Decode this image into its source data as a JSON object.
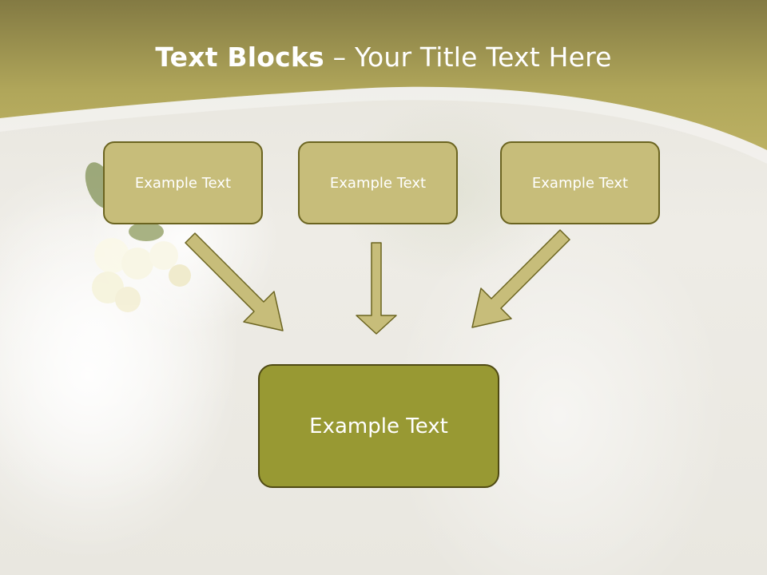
{
  "slide": {
    "title_bold": "Text Blocks",
    "title_dash": " – ",
    "title_rest": "Your Title Text Here"
  },
  "blocks": {
    "top": [
      "Example Text",
      "Example Text",
      "Example Text"
    ],
    "bottom": "Example Text"
  },
  "colors": {
    "header_olive": "#b3a95a",
    "top_block_fill": "#c7bd7a",
    "bottom_block_fill": "#989933",
    "border_dark": "#6b6420",
    "arrow_fill": "#c7bd7a"
  }
}
